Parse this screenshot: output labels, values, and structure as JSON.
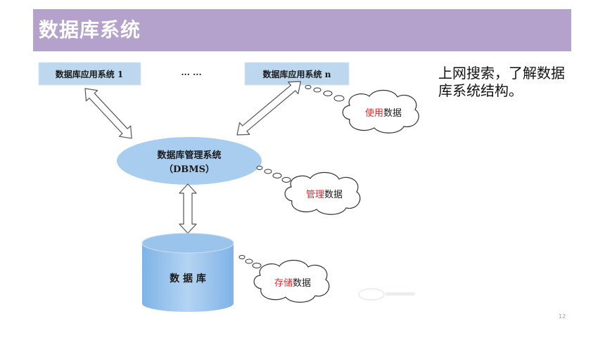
{
  "slide": {
    "title": "数据库系统",
    "note": "上网搜索，了解数据库系统结构。",
    "page_number": "12"
  },
  "diagram": {
    "app_box_1": "数据库应用系统 1",
    "ellipsis": "··· ···",
    "app_box_n": "数据库应用系统 n",
    "dbms_line1": "数据库管理系统",
    "dbms_line2": "（DBMS）",
    "database": "数 据 库",
    "cloud_use": {
      "highlight": "使用",
      "rest": "数据"
    },
    "cloud_manage": {
      "highlight": "管理",
      "rest": "数据"
    },
    "cloud_store": {
      "highlight": "存储",
      "rest": "数据"
    }
  },
  "colors": {
    "title_bar": "#b4a2cd",
    "box_fill": "#bcd7ee",
    "ellipse_fill": "#a9cdee",
    "cylinder_fill": "#a6caee",
    "highlight_red": "#e8262d"
  }
}
